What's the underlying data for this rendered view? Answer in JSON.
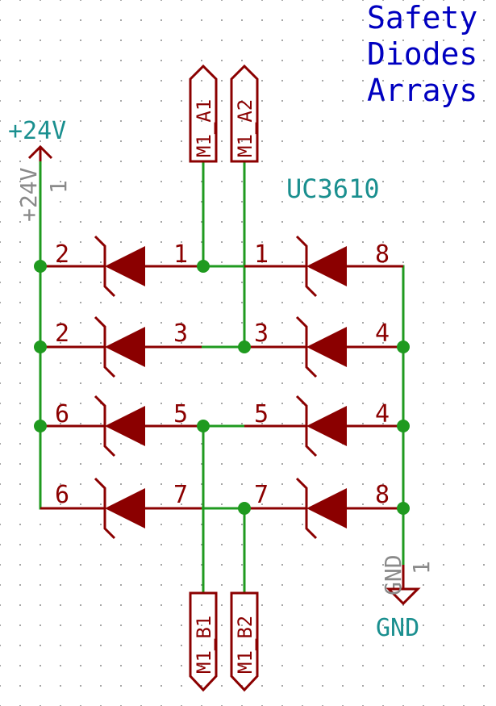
{
  "title_lines": [
    "Safety",
    "Diodes",
    "Arrays"
  ],
  "ic_label": "UC3610",
  "power": {
    "net": "+24V",
    "ref_text": "+24V",
    "pin_text": "1"
  },
  "ground": {
    "net": "GND",
    "ref_text": "GND",
    "pin_text": "1"
  },
  "connectors": {
    "a1": "M1_A1",
    "a2": "M1_A2",
    "b1": "M1_B1",
    "b2": "M1_B2"
  },
  "pins": {
    "row1": {
      "left_outer": "2",
      "left_inner": "1",
      "right_inner": "1",
      "right_outer": "8"
    },
    "row2": {
      "left_outer": "2",
      "left_inner": "3",
      "right_inner": "3",
      "right_outer": "4"
    },
    "row3": {
      "left_outer": "6",
      "left_inner": "5",
      "right_inner": "5",
      "right_outer": "4"
    },
    "row4": {
      "left_outer": "6",
      "left_inner": "7",
      "right_inner": "7",
      "right_outer": "8"
    }
  },
  "colors": {
    "background": "#ffffff",
    "grid_dot": "#8a8a8a",
    "wire": "#1f9a1f",
    "component": "#8b0000",
    "net_label": "#1a8f8f",
    "title_text": "#0000c0",
    "reference": "#8a8a8a"
  }
}
